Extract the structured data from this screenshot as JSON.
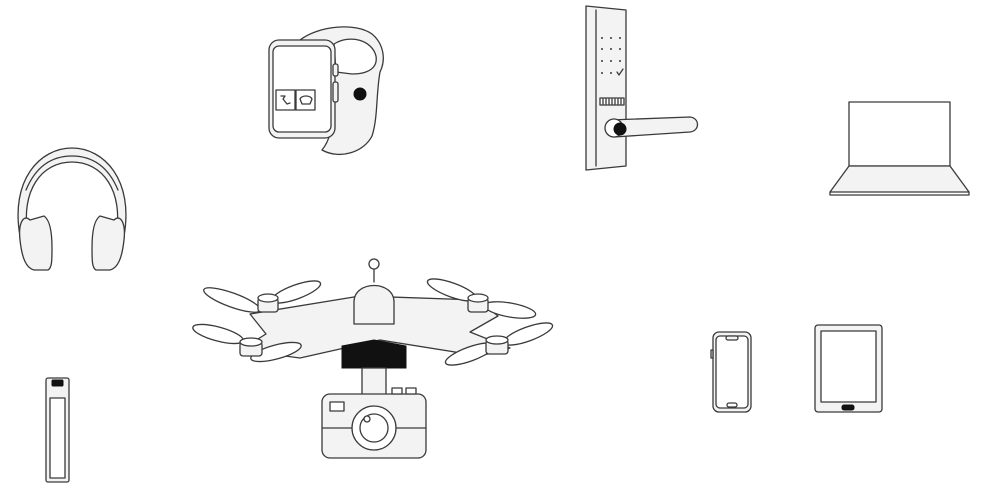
{
  "devices": [
    {
      "name": "smartwatch",
      "icon": "smartwatch-icon"
    },
    {
      "name": "smart-door-lock",
      "icon": "door-lock-icon"
    },
    {
      "name": "laptop",
      "icon": "laptop-icon"
    },
    {
      "name": "headphones",
      "icon": "headphones-icon"
    },
    {
      "name": "drone-with-camera",
      "icon": "drone-icon"
    },
    {
      "name": "smartphone",
      "icon": "smartphone-icon"
    },
    {
      "name": "tablet",
      "icon": "tablet-icon"
    },
    {
      "name": "usb-drive",
      "icon": "usb-drive-icon"
    }
  ],
  "colors": {
    "background": "#ffffff",
    "stroke": "#3a3a3a",
    "fill": "#f3f3f3",
    "accent": "#111111"
  }
}
